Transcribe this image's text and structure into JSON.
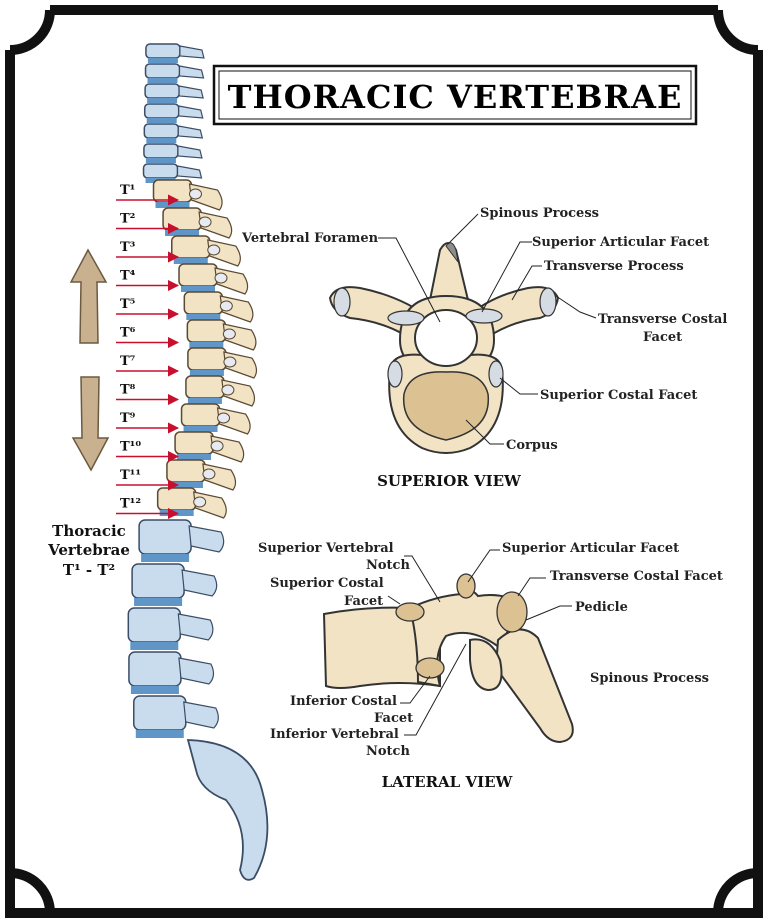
{
  "title": "THORACIC VERTEBRAE",
  "spine_labels": {
    "levels": [
      "T¹",
      "T²",
      "T³",
      "T⁴",
      "T⁵",
      "T⁶",
      "T⁷",
      "T⁸",
      "T⁹",
      "T¹⁰",
      "T¹¹",
      "T¹²"
    ],
    "caption_line1": "Thoracic",
    "caption_line2": "Vertebrae",
    "caption_line3": "T¹ - T²"
  },
  "superior_view": {
    "caption": "SUPERIOR VIEW",
    "labels": {
      "spinous_process": "Spinous Process",
      "vertebral_foramen": "Vertebral Foramen",
      "superior_articular_facet": "Superior Articular Facet",
      "transverse_process": "Transverse Process",
      "transverse_costal_facet_1": "Transverse Costal",
      "transverse_costal_facet_2": "Facet",
      "superior_costal_facet": "Superior Costal Facet",
      "corpus": "Corpus"
    }
  },
  "lateral_view": {
    "caption": "LATERAL VIEW",
    "labels": {
      "superior_vertebral_notch_1": "Superior Vertebral",
      "superior_vertebral_notch_2": "Notch",
      "superior_articular_facet": "Superior Articular Facet",
      "superior_costal_facet_1": "Superior Costal",
      "superior_costal_facet_2": "Facet",
      "transverse_costal_facet": "Transverse Costal Facet",
      "pedicle": "Pedicle",
      "spinous_process": "Spinous Process",
      "inferior_costal_facet_1": "Inferior Costal",
      "inferior_costal_facet_2": "Facet",
      "inferior_vertebral_notch_1": "Inferior Vertebral",
      "inferior_vertebral_notch_2": "Notch"
    }
  },
  "colors": {
    "bone": "#f1e3c4",
    "bone_shade": "#dcc293",
    "cervical_lumbar": "#c9dced",
    "disc": "#5f95c7",
    "arrow": "#c9b18f",
    "pointer": "#c8102e"
  }
}
